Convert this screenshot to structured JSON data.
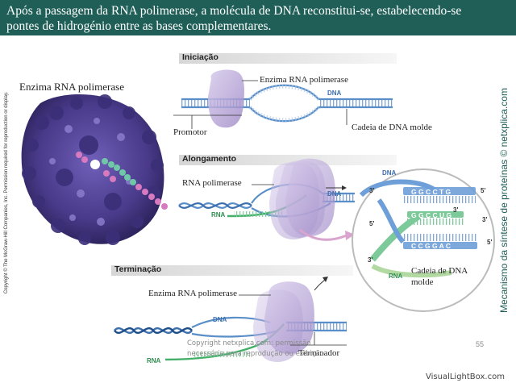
{
  "header": {
    "line1": "Após a passagem da RNA polimerase, a molécula de DNA reconstitui-se, estabelecendo-se",
    "line2": "pontes de hidrogénio entre as bases complementares."
  },
  "enzyme_title": "Enzima RNA polimerase",
  "side_copyright": "Copyright © The McGraw-Hill Companies, Inc. Permission required for reproduction or display.",
  "side_title": "Mecanismo da síntese de proteínas © netxplica.com",
  "stages": {
    "initiation": {
      "title": "Iniciação",
      "enzyme": "Enzima RNA polimerase",
      "dna": "DNA",
      "promoter": "Promotor",
      "template": "Cadeia de DNA molde"
    },
    "elongation": {
      "title": "Alongamento",
      "polymerase": "RNA polimerase",
      "dna": "DNA",
      "rna": "RNA"
    },
    "termination": {
      "title": "Terminação",
      "enzyme": "Enzima RNA polimerase",
      "dna": "DNA",
      "rna": "RNA",
      "terminator": "Terminador"
    }
  },
  "zoom": {
    "dna": "DNA",
    "rna": "RNA",
    "top_seq": "G G C C T G",
    "rna_seq": "G G C C U G",
    "bottom_seq": "C C G G A C",
    "prime3_a": "3'",
    "prime5_a": "5'",
    "prime3_b": "3'",
    "prime5_b": "5'",
    "prime5_c": "5'",
    "prime3_c": "3'",
    "template_line1": "Cadeia de DNA",
    "template_line2": "molde"
  },
  "footer": {
    "line1": "Copyright netxplica.com: permissão",
    "line2": "necessária para reprodução ou exibição.",
    "page": "55"
  },
  "watermark": "VisualLightBox.com",
  "colors": {
    "header_bg": "#1f5f57",
    "dna": "#5a8ec8",
    "rna": "#45b06a",
    "enzyme": "#b9a6d8",
    "protein": "#4a3a8a"
  }
}
